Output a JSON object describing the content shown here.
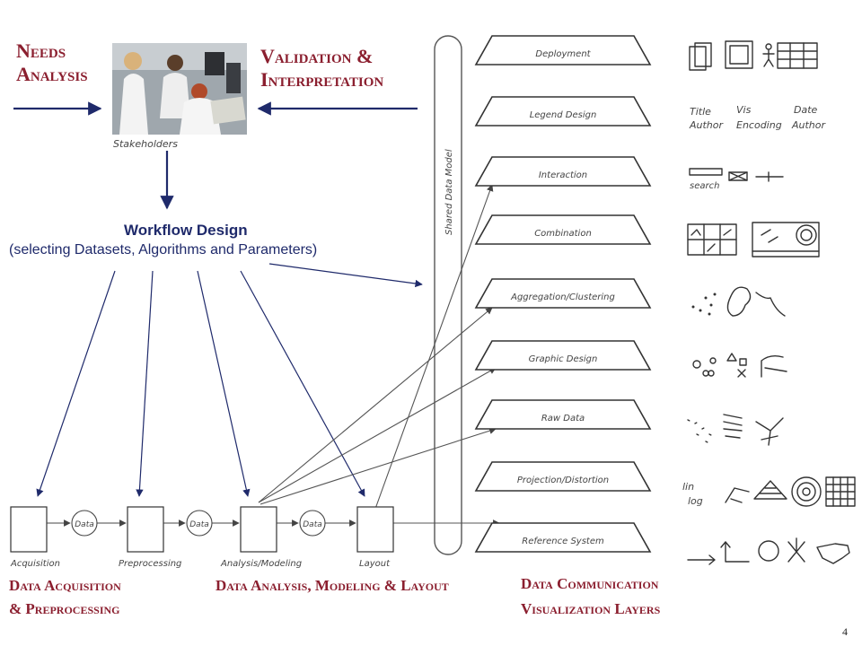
{
  "headings": {
    "needs": [
      "Needs",
      "Analysis"
    ],
    "validation": [
      "Validation &",
      "Interpretation"
    ],
    "acquisition": [
      "Data Acquisition",
      "& Preprocessing"
    ],
    "analysis": "Data Analysis, Modeling & Layout",
    "communication": [
      "Data Communication",
      "Visualization Layers"
    ]
  },
  "stakeholders_caption": "Stakeholders",
  "workflow": {
    "title": "Workflow Design",
    "subtitle": "(selecting Datasets, Algorithms and Parameters)"
  },
  "pipeline": {
    "stages": [
      "Acquisition",
      "Preprocessing",
      "Analysis/Modeling",
      "Layout"
    ],
    "data_label": "Data"
  },
  "shared_model": "Shared Data Model",
  "layers": [
    "Deployment",
    "Legend Design",
    "Interaction",
    "Combination",
    "Aggregation/Clustering",
    "Graphic Design",
    "Raw Data",
    "Projection/Distortion",
    "Reference System"
  ],
  "sketch_labels": {
    "legend": [
      "Title",
      "Vis",
      "Date",
      "Author",
      "Encoding",
      "Author"
    ],
    "interaction": "search",
    "projection": [
      "lin",
      "log"
    ]
  },
  "page_number": "4",
  "colors": {
    "navy": "#1f2a6b",
    "maroon": "#8b1f2f",
    "line": "#333333"
  }
}
